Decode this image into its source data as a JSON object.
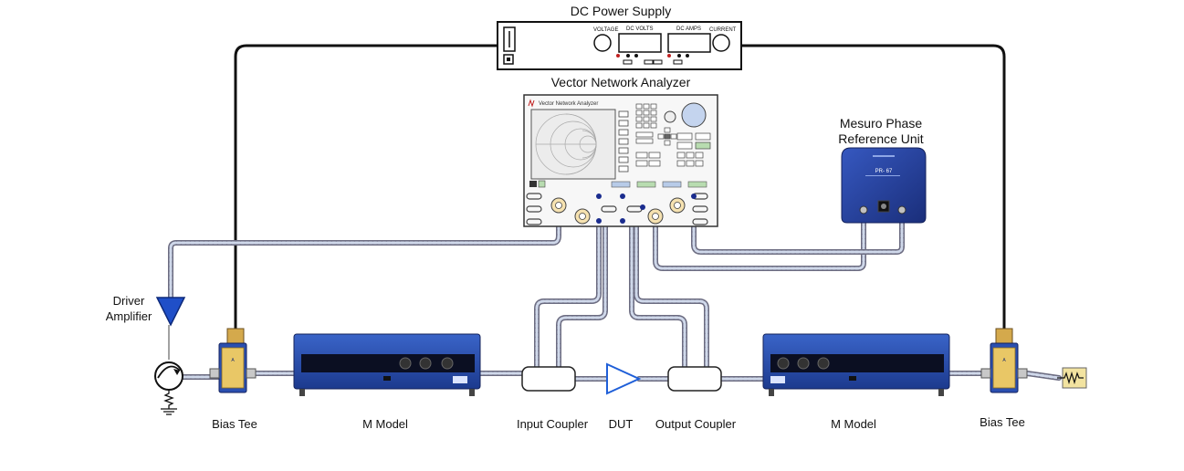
{
  "colors": {
    "cable_fill": "#cfd8ea",
    "cable_border": "#6b6b80",
    "dc_wire": "#111111",
    "instrument_blue": "#2a4fb0",
    "instrument_dark": "#1a2c6e",
    "amplifier_blue": "#1f4fc8",
    "dut_blue": "#1f5fd8",
    "bias_tee_gold": "#c8a040",
    "load_yellow": "#f2e3a0",
    "vna_button": "#e8e8e8",
    "vna_accent_blue": "#b7cbe8",
    "vna_accent_green": "#b8dcb0"
  },
  "labels": {
    "dc_power_supply": "DC Power Supply",
    "vna": "Vector Network Analyzer",
    "phase_ref_line1": "Mesuro Phase",
    "phase_ref_line2": "Reference Unit",
    "driver_line1": "Driver",
    "driver_line2": "Amplifier",
    "bias_tee_left": "Bias Tee",
    "m_model_left": "M Model",
    "input_coupler": "Input Coupler",
    "dut": "DUT",
    "output_coupler": "Output Coupler",
    "m_model_right": "M Model",
    "bias_tee_right": "Bias Tee"
  },
  "psu": {
    "voltage_label": "VOLTAGE",
    "dc_volts_label": "DC VOLTS",
    "dc_amps_label": "DC AMPS",
    "current_label": "CURRENT"
  },
  "vna_panel": {
    "brand": "Vector Network Analyzer"
  },
  "phase_ref_panel": {
    "model": "PR- 67"
  },
  "icons": [
    "signal-generator-icon",
    "ground-icon",
    "load-resistor-icon",
    "amplifier-triangle-icon"
  ]
}
